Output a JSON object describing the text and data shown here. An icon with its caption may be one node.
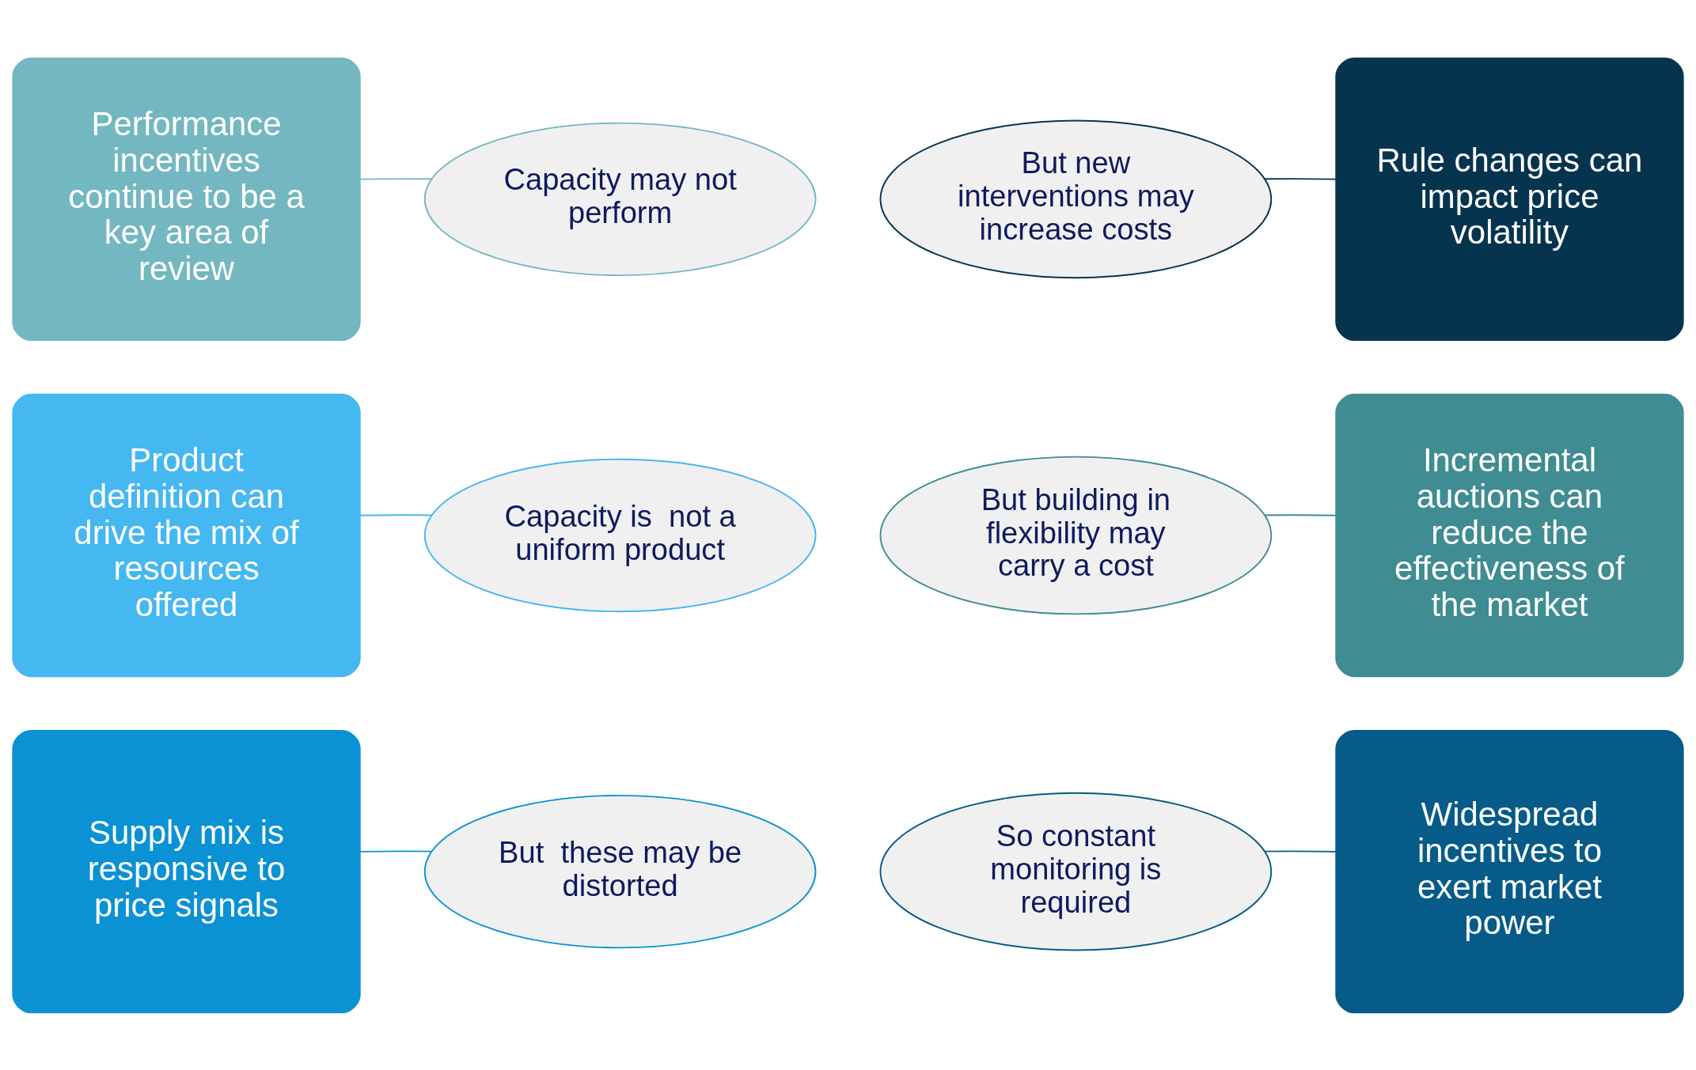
{
  "diagram": {
    "nodes": [
      {
        "text": [
          "Supply mix is responsive to price signals"
        ]
      },
      {
        "text": [
          "But  these may be distorted"
        ]
      },
      {
        "text": [
          "Widespread incentives to exert market power"
        ]
      },
      {
        "text": [
          "So constant monitoring is required"
        ]
      },
      {
        "text": [
          "Product definition can drive the mix of resources offered"
        ]
      },
      {
        "text": [
          "Capacity is  not a uniform product"
        ]
      },
      {
        "text": [
          "Incremental auctions can reduce the effectiveness of the market"
        ]
      },
      {
        "text": [
          "But building in flexibility may carry a cost"
        ]
      },
      {
        "text": [
          "Performance incentives continue to be a key area of review"
        ]
      },
      {
        "text": [
          "Capacity may not perform"
        ]
      },
      {
        "text": [
          "Rule changes can impact price volatility"
        ]
      },
      {
        "text": [
          "But new interventions may increase costs"
        ]
      }
    ],
    "edges": [
      {
        "from": 1,
        "to": 0,
        "arrow": "none",
        "color": "#0a92d4"
      },
      {
        "from": 3,
        "to": 2,
        "arrow": "none",
        "color": "#065b88"
      },
      {
        "from": 5,
        "to": 4,
        "arrow": "none",
        "color": "#45b7f1"
      },
      {
        "from": 7,
        "to": 6,
        "arrow": "none",
        "color": "#3f8c92"
      },
      {
        "from": 9,
        "to": 8,
        "arrow": "none",
        "color": "#73b8c0"
      },
      {
        "from": 11,
        "to": 10,
        "arrow": "none",
        "color": "#06344f"
      }
    ]
  }
}
